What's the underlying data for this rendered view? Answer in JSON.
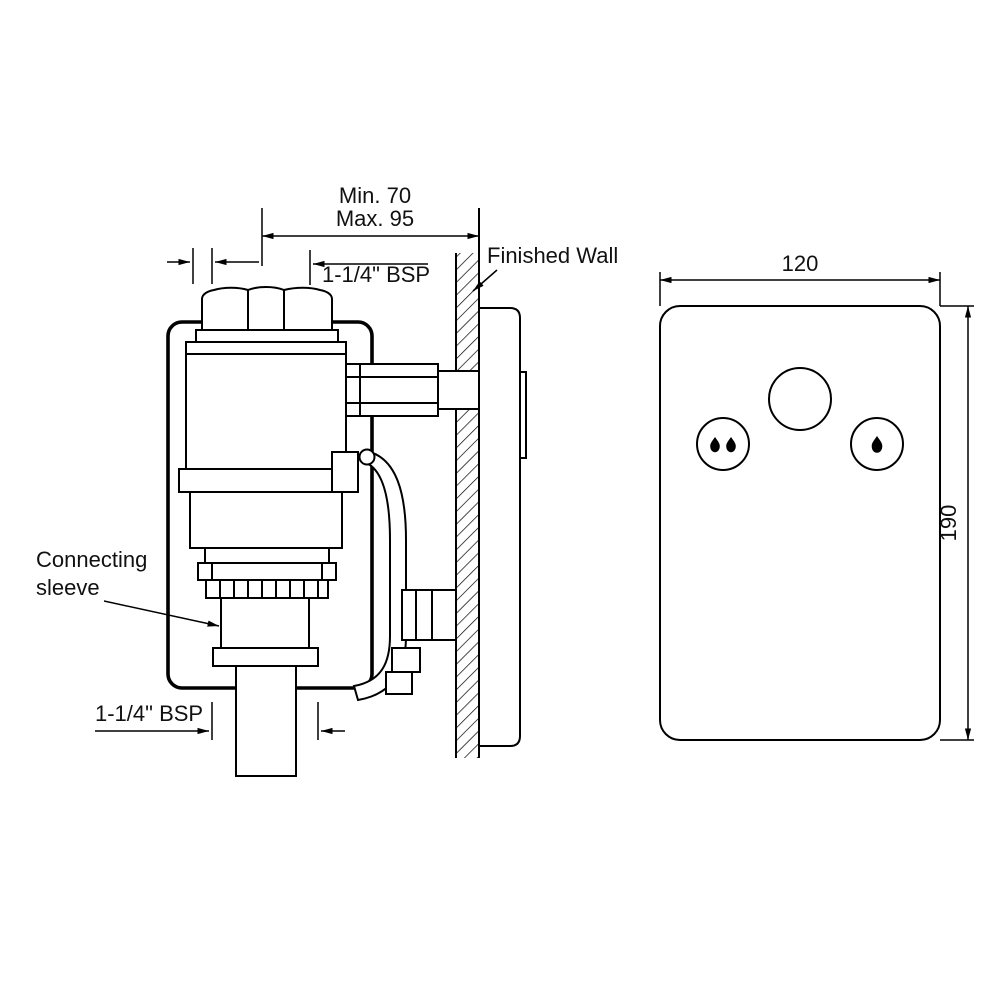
{
  "page": {
    "background": "#ffffff",
    "line_color": "#000000"
  },
  "side_view": {
    "dim_depth": {
      "line1": "Min. 70",
      "line2": "Max. 95"
    },
    "thread_top_label": "1-1/4\" BSP",
    "thread_bottom_label": "1-1/4\" BSP",
    "finished_wall_label": "Finished Wall",
    "connecting_sleeve_label": {
      "line1": "Connecting",
      "line2": "sleeve"
    }
  },
  "front_view": {
    "plate_width": "120",
    "plate_height": "190",
    "buttons": {
      "left_icon": "two-drops-icon",
      "right_icon": "one-drop-icon"
    }
  }
}
